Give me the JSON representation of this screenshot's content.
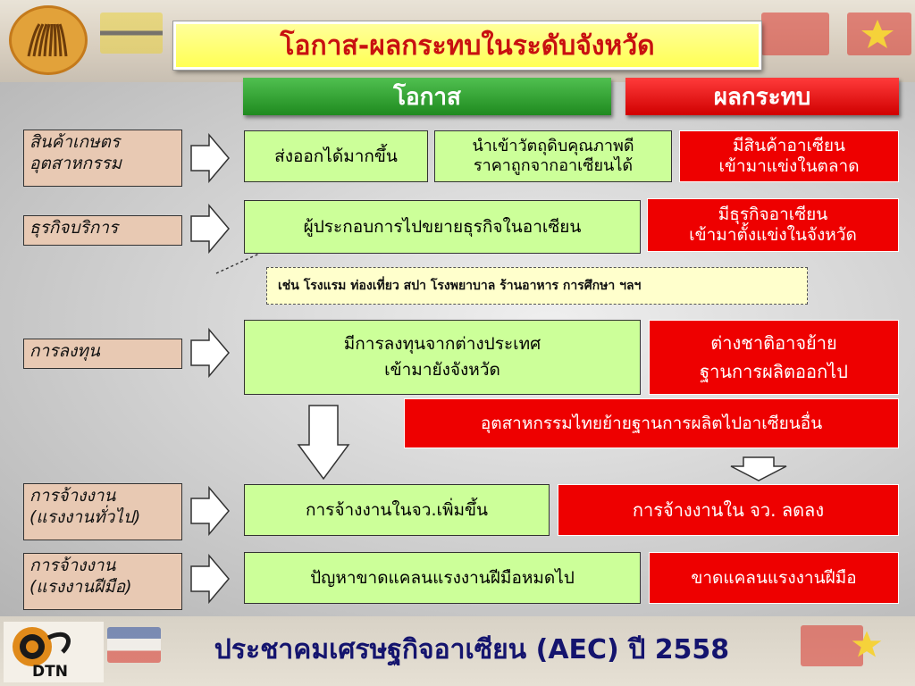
{
  "title": "โอกาส-ผลกระทบในระดับจังหวัด",
  "headers": {
    "opportunity": "โอกาส",
    "impact": "ผลกระทบ"
  },
  "categories": {
    "agri_industry": [
      "สินค้าเกษตร",
      "อุตสาหกรรม"
    ],
    "services": "ธุรกิจบริการ",
    "investment": "การลงทุน",
    "employment_general": [
      "การจ้างงาน",
      "(แรงงานทั่วไป)"
    ],
    "employment_skilled": [
      "การจ้างงาน",
      "(แรงงานฝีมือ)"
    ]
  },
  "opportunities": {
    "export_more": "ส่งออกได้มากขึ้น",
    "import_raw": [
      "นำเข้าวัตถุดิบคุณภาพดี",
      "ราคาถูกจากอาเซียนได้"
    ],
    "expand_business": "ผู้ประกอบการไปขยายธุรกิจในอาเซียน",
    "foreign_investment": [
      "มีการลงทุนจากต่างประเทศ",
      "เข้ามายังจังหวัด"
    ],
    "employment_increase": "การจ้างงานในจว.เพิ่มขึ้น",
    "skill_shortage_solved": "ปัญหาขาดแคลนแรงงานฝีมือหมดไป"
  },
  "impacts": {
    "asean_goods": [
      "มีสินค้าอาเซียน",
      "เข้ามาแข่งในตลาด"
    ],
    "asean_business": [
      "มีธุรกิจอาเซียน",
      "เข้ามาตั้งแข่งในจังหวัด"
    ],
    "foreign_relocate": [
      "ต่างชาติอาจย้าย",
      "ฐานการผลิตออกไป"
    ],
    "thai_industry_relocate": "อุตสาหกรรมไทยย้ายฐานการผลิตไปอาเซียนอื่น",
    "employment_decrease": "การจ้างงานใน จว. ลดลง",
    "skill_shortage": "ขาดแคลนแรงงานฝีมือ"
  },
  "note": "เช่น โรงแรม ท่องเที่ยว สปา โรงพยาบาล ร้านอาหาร การศึกษา ฯลฯ",
  "footer": "ประชาคมเศรษฐกิจอาเซียน (AEC) ปี 2558",
  "logo_dtn": "DTN",
  "colors": {
    "title_bg": "#ffff55",
    "title_text": "#c81010",
    "opportunity": "#1f8a1f",
    "impact": "#ee0000",
    "green_box": "#ccff99",
    "category_bg": "#e8c9b3",
    "footer_text": "#14146e"
  }
}
